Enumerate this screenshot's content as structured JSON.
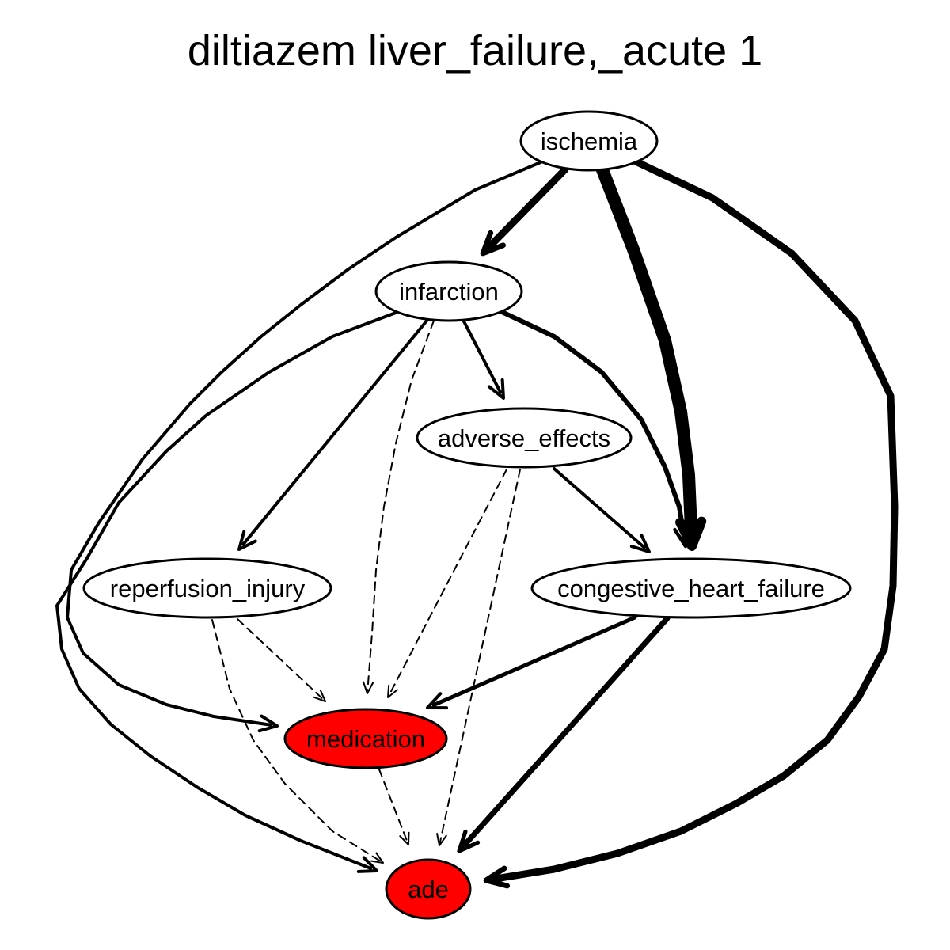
{
  "title": "diltiazem liver_failure,_acute 1",
  "colors": {
    "highlight": "#ff0000",
    "normal": "#ffffff",
    "stroke": "#000000"
  },
  "nodes": {
    "ischemia": {
      "label": "ischemia",
      "highlight": false
    },
    "infarction": {
      "label": "infarction",
      "highlight": false
    },
    "adverse_effects": {
      "label": "adverse_effects",
      "highlight": false
    },
    "reperfusion_injury": {
      "label": "reperfusion_injury",
      "highlight": false
    },
    "congestive_heart_failure": {
      "label": "congestive_heart_failure",
      "highlight": false
    },
    "medication": {
      "label": "medication",
      "highlight": true
    },
    "ade": {
      "label": "ade",
      "highlight": true
    }
  },
  "edges": [
    {
      "from": "ischemia",
      "to": "infarction",
      "style": "solid",
      "weight": 9
    },
    {
      "from": "ischemia",
      "to": "congestive_heart_failure",
      "style": "solid",
      "weight": 16
    },
    {
      "from": "ischemia",
      "to": "ade",
      "style": "solid",
      "weight": 9
    },
    {
      "from": "ischemia",
      "to": "medication",
      "style": "solid",
      "weight": 4
    },
    {
      "from": "infarction",
      "to": "adverse_effects",
      "style": "solid",
      "weight": 4
    },
    {
      "from": "infarction",
      "to": "reperfusion_injury",
      "style": "solid",
      "weight": 4
    },
    {
      "from": "infarction",
      "to": "congestive_heart_failure",
      "style": "solid",
      "weight": 6
    },
    {
      "from": "infarction",
      "to": "ade",
      "style": "solid",
      "weight": 4
    },
    {
      "from": "infarction",
      "to": "medication",
      "style": "dashed",
      "weight": 2
    },
    {
      "from": "adverse_effects",
      "to": "congestive_heart_failure",
      "style": "solid",
      "weight": 4
    },
    {
      "from": "adverse_effects",
      "to": "medication",
      "style": "dashed",
      "weight": 2
    },
    {
      "from": "adverse_effects",
      "to": "ade",
      "style": "dashed",
      "weight": 2
    },
    {
      "from": "reperfusion_injury",
      "to": "medication",
      "style": "dashed",
      "weight": 2
    },
    {
      "from": "reperfusion_injury",
      "to": "ade",
      "style": "dashed",
      "weight": 2
    },
    {
      "from": "congestive_heart_failure",
      "to": "medication",
      "style": "solid",
      "weight": 5
    },
    {
      "from": "congestive_heart_failure",
      "to": "ade",
      "style": "solid",
      "weight": 7
    },
    {
      "from": "medication",
      "to": "ade",
      "style": "dashed",
      "weight": 2
    }
  ]
}
